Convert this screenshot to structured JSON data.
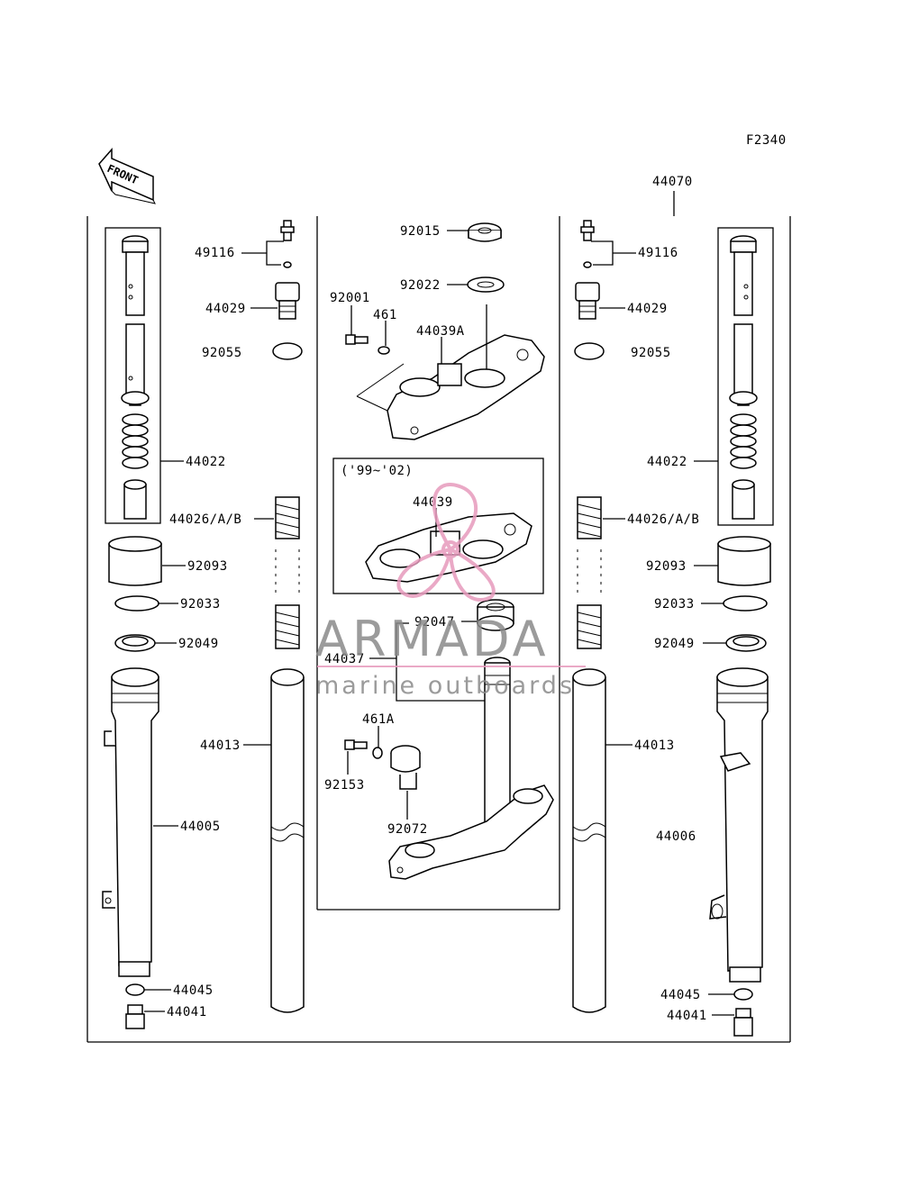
{
  "figure_code": "F2340",
  "front_arrow_text": "FRONT",
  "assembly_number": "44070",
  "variant_note": "('99~'02)",
  "watermark": {
    "brand": "ARMADA",
    "tagline": "marine outboards",
    "accent_color": "#e79bbd"
  },
  "labels": {
    "l_49116": "49116",
    "l_44029": "44029",
    "l_92055": "92055",
    "l_44022": "44022",
    "l_44026": "44026/A/B",
    "l_92093": "92093",
    "l_92033": "92033",
    "l_92049": "92049",
    "l_44013": "44013",
    "l_44005": "44005",
    "l_44045": "44045",
    "l_44041": "44041",
    "c_92015": "92015",
    "c_92022": "92022",
    "c_92001": "92001",
    "c_461": "461",
    "c_44039A": "44039A",
    "c_44039": "44039",
    "c_92047": "92047",
    "c_44037": "44037",
    "c_461A": "461A",
    "c_92153": "92153",
    "c_92072": "92072",
    "r_49116": "49116",
    "r_44029": "44029",
    "r_92055": "92055",
    "r_44022": "44022",
    "r_44026": "44026/A/B",
    "r_92093": "92093",
    "r_92033": "92033",
    "r_92049": "92049",
    "r_44013": "44013",
    "r_44006": "44006",
    "r_44045": "44045",
    "r_44041": "44041"
  }
}
